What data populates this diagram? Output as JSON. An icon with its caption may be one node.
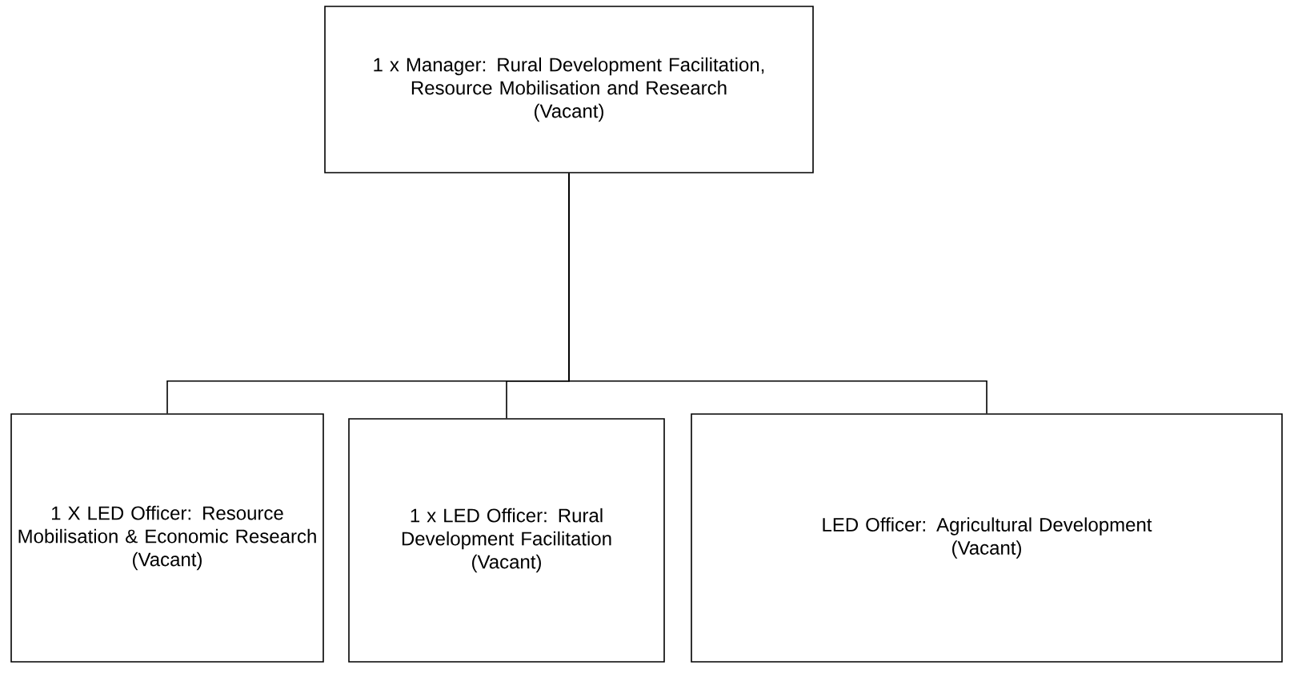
{
  "diagram": {
    "nodes": [
      {
        "text": [
          "1 x Manager: Rural Development Facilitation, Resource Mobilisation and Research",
          "(Vacant)"
        ]
      },
      {
        "text": [
          "1 X LED Officer: Resource Mobilisation & Economic Research",
          "(Vacant)"
        ]
      },
      {
        "text": [
          "1 x LED Officer: Rural Development Facilitation",
          "(Vacant)"
        ]
      },
      {
        "text": [
          "LED Officer: Agricultural Development",
          "(Vacant)"
        ]
      }
    ],
    "edges": [
      {
        "from": 0,
        "to": 1,
        "arrow": "none"
      },
      {
        "from": 0,
        "to": 2,
        "arrow": "none"
      },
      {
        "from": 0,
        "to": 3,
        "arrow": "none"
      }
    ]
  }
}
